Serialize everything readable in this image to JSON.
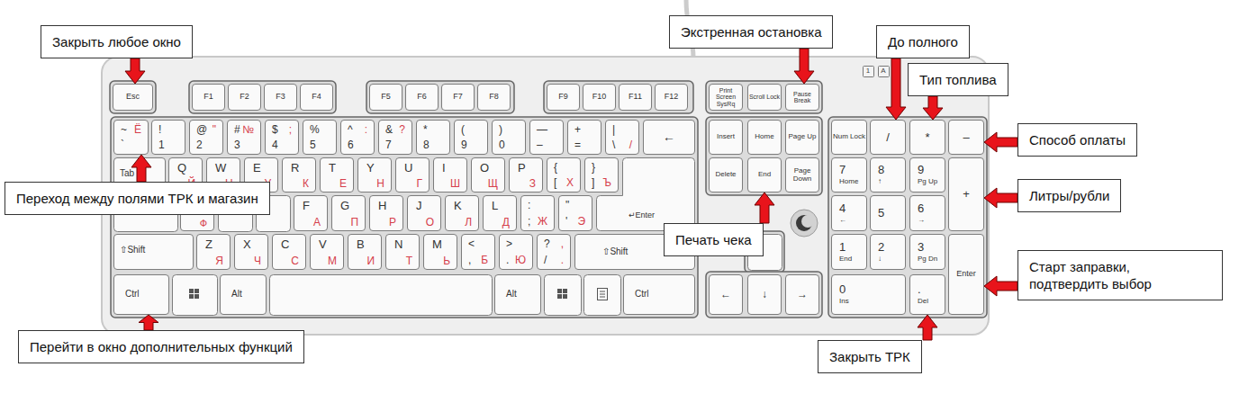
{
  "diagram": {
    "nodes": [
      {
        "text": [
          "Закрыть любое окно"
        ]
      },
      {
        "text": [
          "Экстренная остановка"
        ]
      },
      {
        "text": [
          "До полного"
        ]
      },
      {
        "text": [
          "Тип топлива"
        ]
      },
      {
        "text": [
          "Способ оплаты"
        ]
      },
      {
        "text": [
          "Переход между полями ТРК и магазин"
        ]
      },
      {
        "text": [
          "Литры/рубли"
        ]
      },
      {
        "text": [
          "Печать чека"
        ]
      },
      {
        "text": [
          "Старт заправки, подтвердить выбор"
        ]
      },
      {
        "text": [
          "Перейти в окно дополнительных функций"
        ]
      },
      {
        "text": [
          "Закрыть ТРК"
        ]
      },
      {
        "text": [
          "Esc"
        ]
      },
      {
        "text": [
          "F1"
        ]
      },
      {
        "text": [
          "F2"
        ]
      },
      {
        "text": [
          "F3"
        ]
      },
      {
        "text": [
          "F4"
        ]
      },
      {
        "text": [
          "F5"
        ]
      },
      {
        "text": [
          "F6"
        ]
      },
      {
        "text": [
          "F7"
        ]
      },
      {
        "text": [
          "F8"
        ]
      },
      {
        "text": [
          "F9"
        ]
      },
      {
        "text": [
          "F10"
        ]
      },
      {
        "text": [
          "F11"
        ]
      },
      {
        "text": [
          "F12"
        ]
      },
      {
        "text": [
          "Print Screen SysRq"
        ]
      },
      {
        "text": [
          "Scroll Lock"
        ]
      },
      {
        "text": [
          "Pause Break"
        ]
      },
      {
        "text": [
          "~",
          "Ё",
          "`"
        ]
      },
      {
        "text": [
          "!",
          "1"
        ]
      },
      {
        "text": [
          "@",
          "\"",
          "2"
        ]
      },
      {
        "text": [
          "#",
          "№",
          "3"
        ]
      },
      {
        "text": [
          "$",
          ";",
          "4"
        ]
      },
      {
        "text": [
          "%",
          "5"
        ]
      },
      {
        "text": [
          "^",
          ":",
          "6"
        ]
      },
      {
        "text": [
          "&",
          "?",
          "7"
        ]
      },
      {
        "text": [
          "*",
          "8"
        ]
      },
      {
        "text": [
          "(",
          "9"
        ]
      },
      {
        "text": [
          ")",
          "0"
        ]
      },
      {
        "text": [
          "—",
          "–"
        ]
      },
      {
        "text": [
          "+",
          "="
        ]
      },
      {
        "text": [
          "|",
          "\\",
          "/"
        ]
      },
      {
        "text": [
          "←"
        ]
      },
      {
        "text": [
          "Insert"
        ]
      },
      {
        "text": [
          "Home"
        ]
      },
      {
        "text": [
          "Page Up"
        ]
      },
      {
        "text": [
          "Num Lock"
        ]
      },
      {
        "text": [
          "/"
        ]
      },
      {
        "text": [
          "*"
        ]
      },
      {
        "text": [
          "–"
        ]
      },
      {
        "text": [
          "Tab"
        ]
      },
      {
        "text": [
          "Q",
          "Й"
        ]
      },
      {
        "text": [
          "W",
          "Ц"
        ]
      },
      {
        "text": [
          "E",
          "У"
        ]
      },
      {
        "text": [
          "R",
          "К"
        ]
      },
      {
        "text": [
          "T",
          "Е"
        ]
      },
      {
        "text": [
          "Y",
          "Н"
        ]
      },
      {
        "text": [
          "U",
          "Г"
        ]
      },
      {
        "text": [
          "I",
          "Ш"
        ]
      },
      {
        "text": [
          "O",
          "Щ"
        ]
      },
      {
        "text": [
          "P",
          "З"
        ]
      },
      {
        "text": [
          "{",
          "[",
          "Х"
        ]
      },
      {
        "text": [
          "}",
          "]",
          "Ъ"
        ]
      },
      {
        "text": [
          "↵Enter"
        ]
      },
      {
        "text": [
          "Delete"
        ]
      },
      {
        "text": [
          "End"
        ]
      },
      {
        "text": [
          "Page Down"
        ]
      },
      {
        "text": [
          "7",
          "Home"
        ]
      },
      {
        "text": [
          "8",
          "↑"
        ]
      },
      {
        "text": [
          "9",
          "Pg Up"
        ]
      },
      {
        "text": [
          "+"
        ]
      },
      {
        "text": [
          "Ф"
        ]
      },
      {
        "text": [
          "F",
          "А"
        ]
      },
      {
        "text": [
          "G",
          "П"
        ]
      },
      {
        "text": [
          "H",
          "Р"
        ]
      },
      {
        "text": [
          "J",
          "О"
        ]
      },
      {
        "text": [
          "K",
          "Л"
        ]
      },
      {
        "text": [
          "L",
          "Д"
        ]
      },
      {
        "text": [
          ":",
          ";",
          "Ж"
        ]
      },
      {
        "text": [
          "\"",
          "'",
          "Э"
        ]
      },
      {
        "text": [
          "4",
          "←"
        ]
      },
      {
        "text": [
          "5"
        ]
      },
      {
        "text": [
          "6",
          "→"
        ]
      },
      {
        "text": [
          "⇧Shift"
        ]
      },
      {
        "text": [
          "Z",
          "Я"
        ]
      },
      {
        "text": [
          "X",
          "Ч"
        ]
      },
      {
        "text": [
          "C",
          "С"
        ]
      },
      {
        "text": [
          "V",
          "М"
        ]
      },
      {
        "text": [
          "B",
          "И"
        ]
      },
      {
        "text": [
          "N",
          "Т"
        ]
      },
      {
        "text": [
          "M",
          "Ь"
        ]
      },
      {
        "text": [
          "<",
          ",",
          "Б"
        ]
      },
      {
        "text": [
          ">",
          ".",
          "Ю"
        ]
      },
      {
        "text": [
          "?",
          ",",
          "/",
          "."
        ]
      },
      {
        "text": [
          "⇧Shift"
        ]
      },
      {
        "text": [
          "1",
          "End"
        ]
      },
      {
        "text": [
          "2",
          "↓"
        ]
      },
      {
        "text": [
          "3",
          "Pg Dn"
        ]
      },
      {
        "text": [
          "Enter"
        ]
      },
      {
        "text": [
          "Ctrl"
        ]
      },
      {
        "text": [
          "Alt"
        ]
      },
      {
        "text": [
          "Alt"
        ]
      },
      {
        "text": [
          "Ctrl"
        ]
      },
      {
        "text": [
          "←"
        ]
      },
      {
        "text": [
          "↓"
        ]
      },
      {
        "text": [
          "→"
        ]
      },
      {
        "text": [
          "0",
          "Ins"
        ]
      },
      {
        "text": [
          ".",
          "Del"
        ]
      }
    ],
    "edges": [
      {
        "from": 0,
        "to": 11,
        "arrow": "to"
      },
      {
        "from": 1,
        "to": 26,
        "arrow": "to"
      },
      {
        "from": 2,
        "to": 46,
        "arrow": "to"
      },
      {
        "from": 3,
        "to": 47,
        "arrow": "to"
      },
      {
        "from": 4,
        "to": 48,
        "arrow": "to"
      },
      {
        "from": 5,
        "to": 27,
        "arrow": "to"
      },
      {
        "from": 6,
        "to": 69,
        "arrow": "to"
      },
      {
        "from": 7,
        "to": 64,
        "arrow": "to"
      },
      {
        "from": 8,
        "to": 97,
        "arrow": "to"
      },
      {
        "from": 9,
        "to": 98,
        "arrow": "to"
      },
      {
        "from": 10,
        "to": 106,
        "arrow": "to"
      }
    ],
    "labels": [
      "1",
      "A"
    ]
  }
}
